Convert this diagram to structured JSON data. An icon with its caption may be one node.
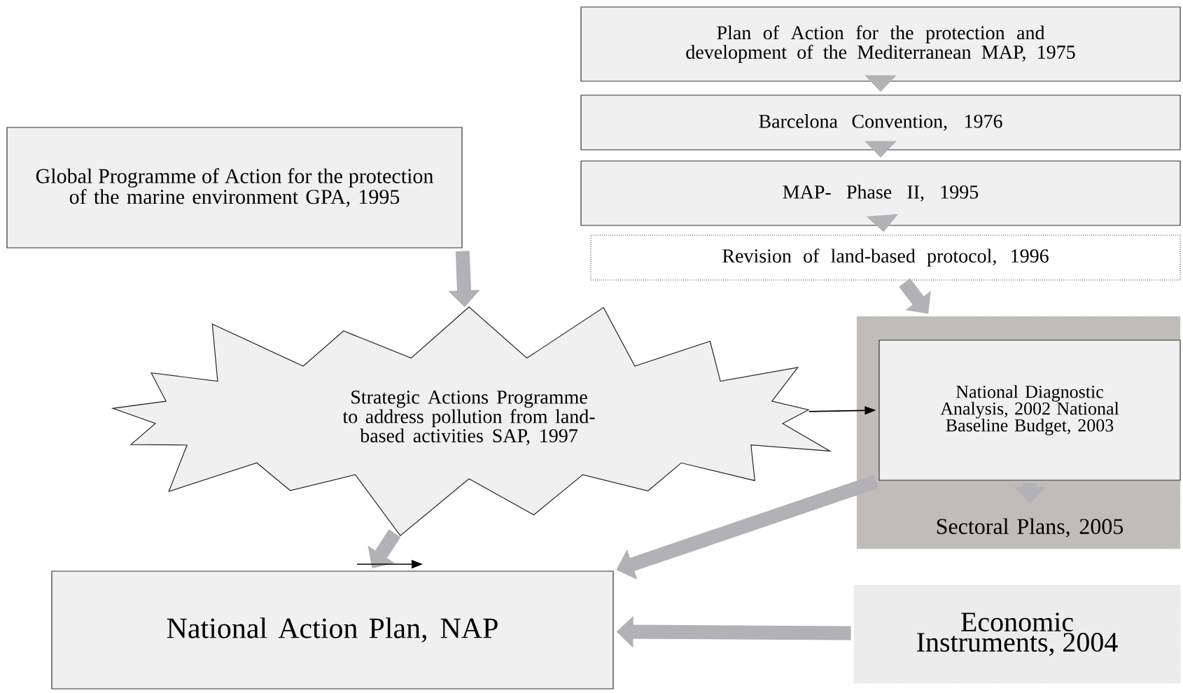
{
  "diagram": {
    "nodes": [
      {
        "text": [
          "Plan of Action for the protection and development of the Mediterranean MAP, 1975"
        ]
      },
      {
        "text": [
          "Barcelona Convention, 1976"
        ]
      },
      {
        "text": [
          "MAP- Phase II, 1995"
        ]
      },
      {
        "text": [
          "Revision of land-based protocol, 1996"
        ]
      },
      {
        "text": [
          "Global Programme of Action for the protection of the marine environment GPA, 1995"
        ]
      },
      {
        "text": [
          "Strategic Actions Programme to address pollution from land-based activities SAP, 1997"
        ]
      },
      {
        "text": [],
        "shape": "box"
      },
      {
        "text": [
          "National Diagnostic Analysis, 2002 National Baseline Budget, 2003"
        ],
        "in": 6
      },
      {
        "text": [
          "Sectoral Plans, 2005"
        ],
        "in": 6
      },
      {
        "text": [
          "National Action Plan, NAP"
        ]
      },
      {
        "text": [
          "Economic Instruments, 2004"
        ]
      }
    ],
    "edges": [
      {
        "from": 0,
        "to": 1,
        "arrow": "to"
      },
      {
        "from": 1,
        "to": 2,
        "arrow": "to"
      },
      {
        "from": 2,
        "to": 3,
        "arrow": "to"
      },
      {
        "from": 4,
        "to": 5,
        "arrow": "to"
      },
      {
        "from": 3,
        "to": 6,
        "arrow": "to"
      },
      {
        "from": 5,
        "to": 7,
        "arrow": "to",
        "color": "#000000"
      },
      {
        "from": 5,
        "to": 9,
        "arrow": "to"
      },
      {
        "from": 7,
        "to": 8,
        "arrow": "to"
      },
      {
        "from": 7,
        "to": 9,
        "arrow": "to"
      },
      {
        "from": 10,
        "to": 9,
        "arrow": "to"
      }
    ]
  }
}
